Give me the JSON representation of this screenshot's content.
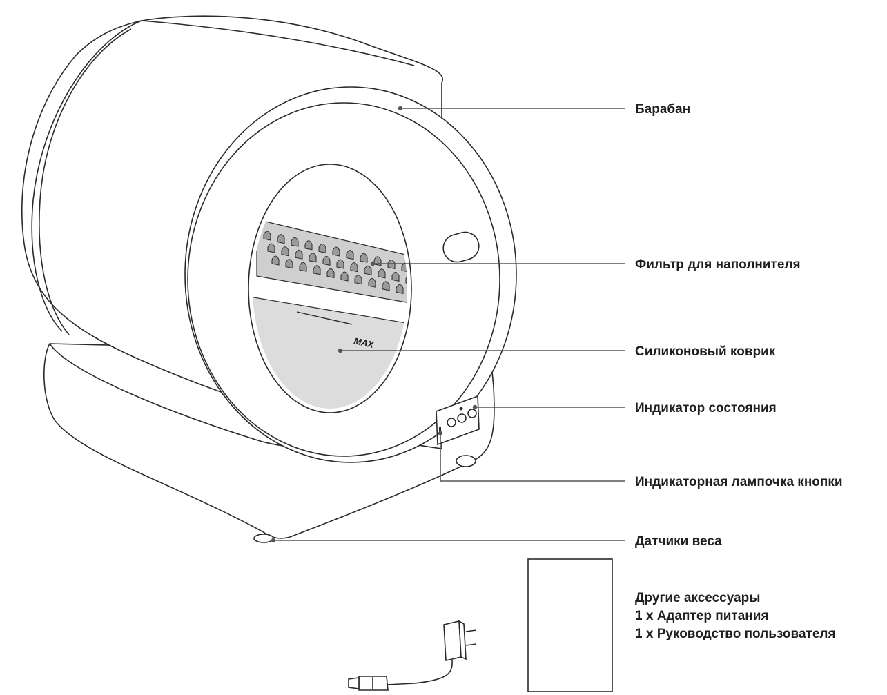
{
  "labels": {
    "drum": "Барабан",
    "filter": "Фильтр для наполнителя",
    "mat": "Силиконовый коврик",
    "status": "Индикатор состояния",
    "button_light": "Индикаторная лампочка кнопки",
    "weight": "Датчики веса"
  },
  "max_mark": "MAX",
  "accessories": {
    "title": "Другие аксессуары",
    "items": [
      "1 x Адаптер питания",
      "1 x Руководство пользователя"
    ]
  },
  "colors": {
    "outline": "#2a2a2a",
    "leader": "#555555",
    "drum_fill": "#ffffff",
    "interior_fill": "#dcdcdc"
  }
}
